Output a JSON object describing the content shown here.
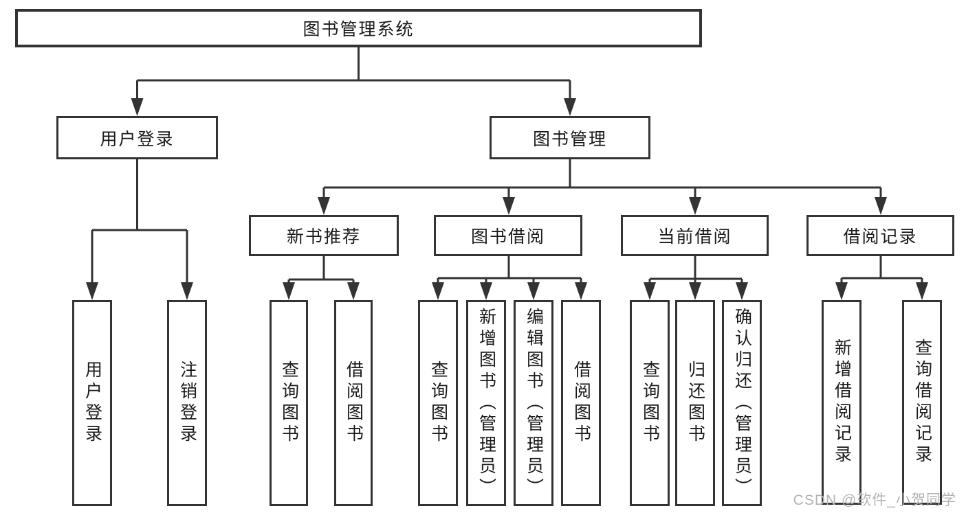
{
  "diagram": {
    "root": {
      "label": "图书管理系统"
    },
    "level2": [
      {
        "label": "用户登录"
      },
      {
        "label": "图书管理"
      }
    ],
    "level3": [
      {
        "label": "新书推荐"
      },
      {
        "label": "图书借阅"
      },
      {
        "label": "当前借阅"
      },
      {
        "label": "借阅记录"
      }
    ],
    "leaves": {
      "user_login": [
        {
          "label": "用户登录"
        },
        {
          "label": "注销登录"
        }
      ],
      "new_book": [
        {
          "label": "查询图书"
        },
        {
          "label": "借阅图书"
        }
      ],
      "book_borrow": [
        {
          "label": "查询图书"
        },
        {
          "label": "新增图书（管理员）"
        },
        {
          "label": "编辑图书（管理员）"
        },
        {
          "label": "借阅图书"
        }
      ],
      "current_borrow": [
        {
          "label": "查询图书"
        },
        {
          "label": "归还图书"
        },
        {
          "label": "确认归还（管理员）"
        }
      ],
      "borrow_record": [
        {
          "label": "新增借阅记录"
        },
        {
          "label": "查询借阅记录"
        }
      ]
    },
    "watermark": "CSDN @软件_小贺同学",
    "colors": {
      "line": "#333333",
      "border": "#333333",
      "background": "#ffffff",
      "text": "#1a1a1a",
      "watermark": "#b3b3b3"
    }
  }
}
